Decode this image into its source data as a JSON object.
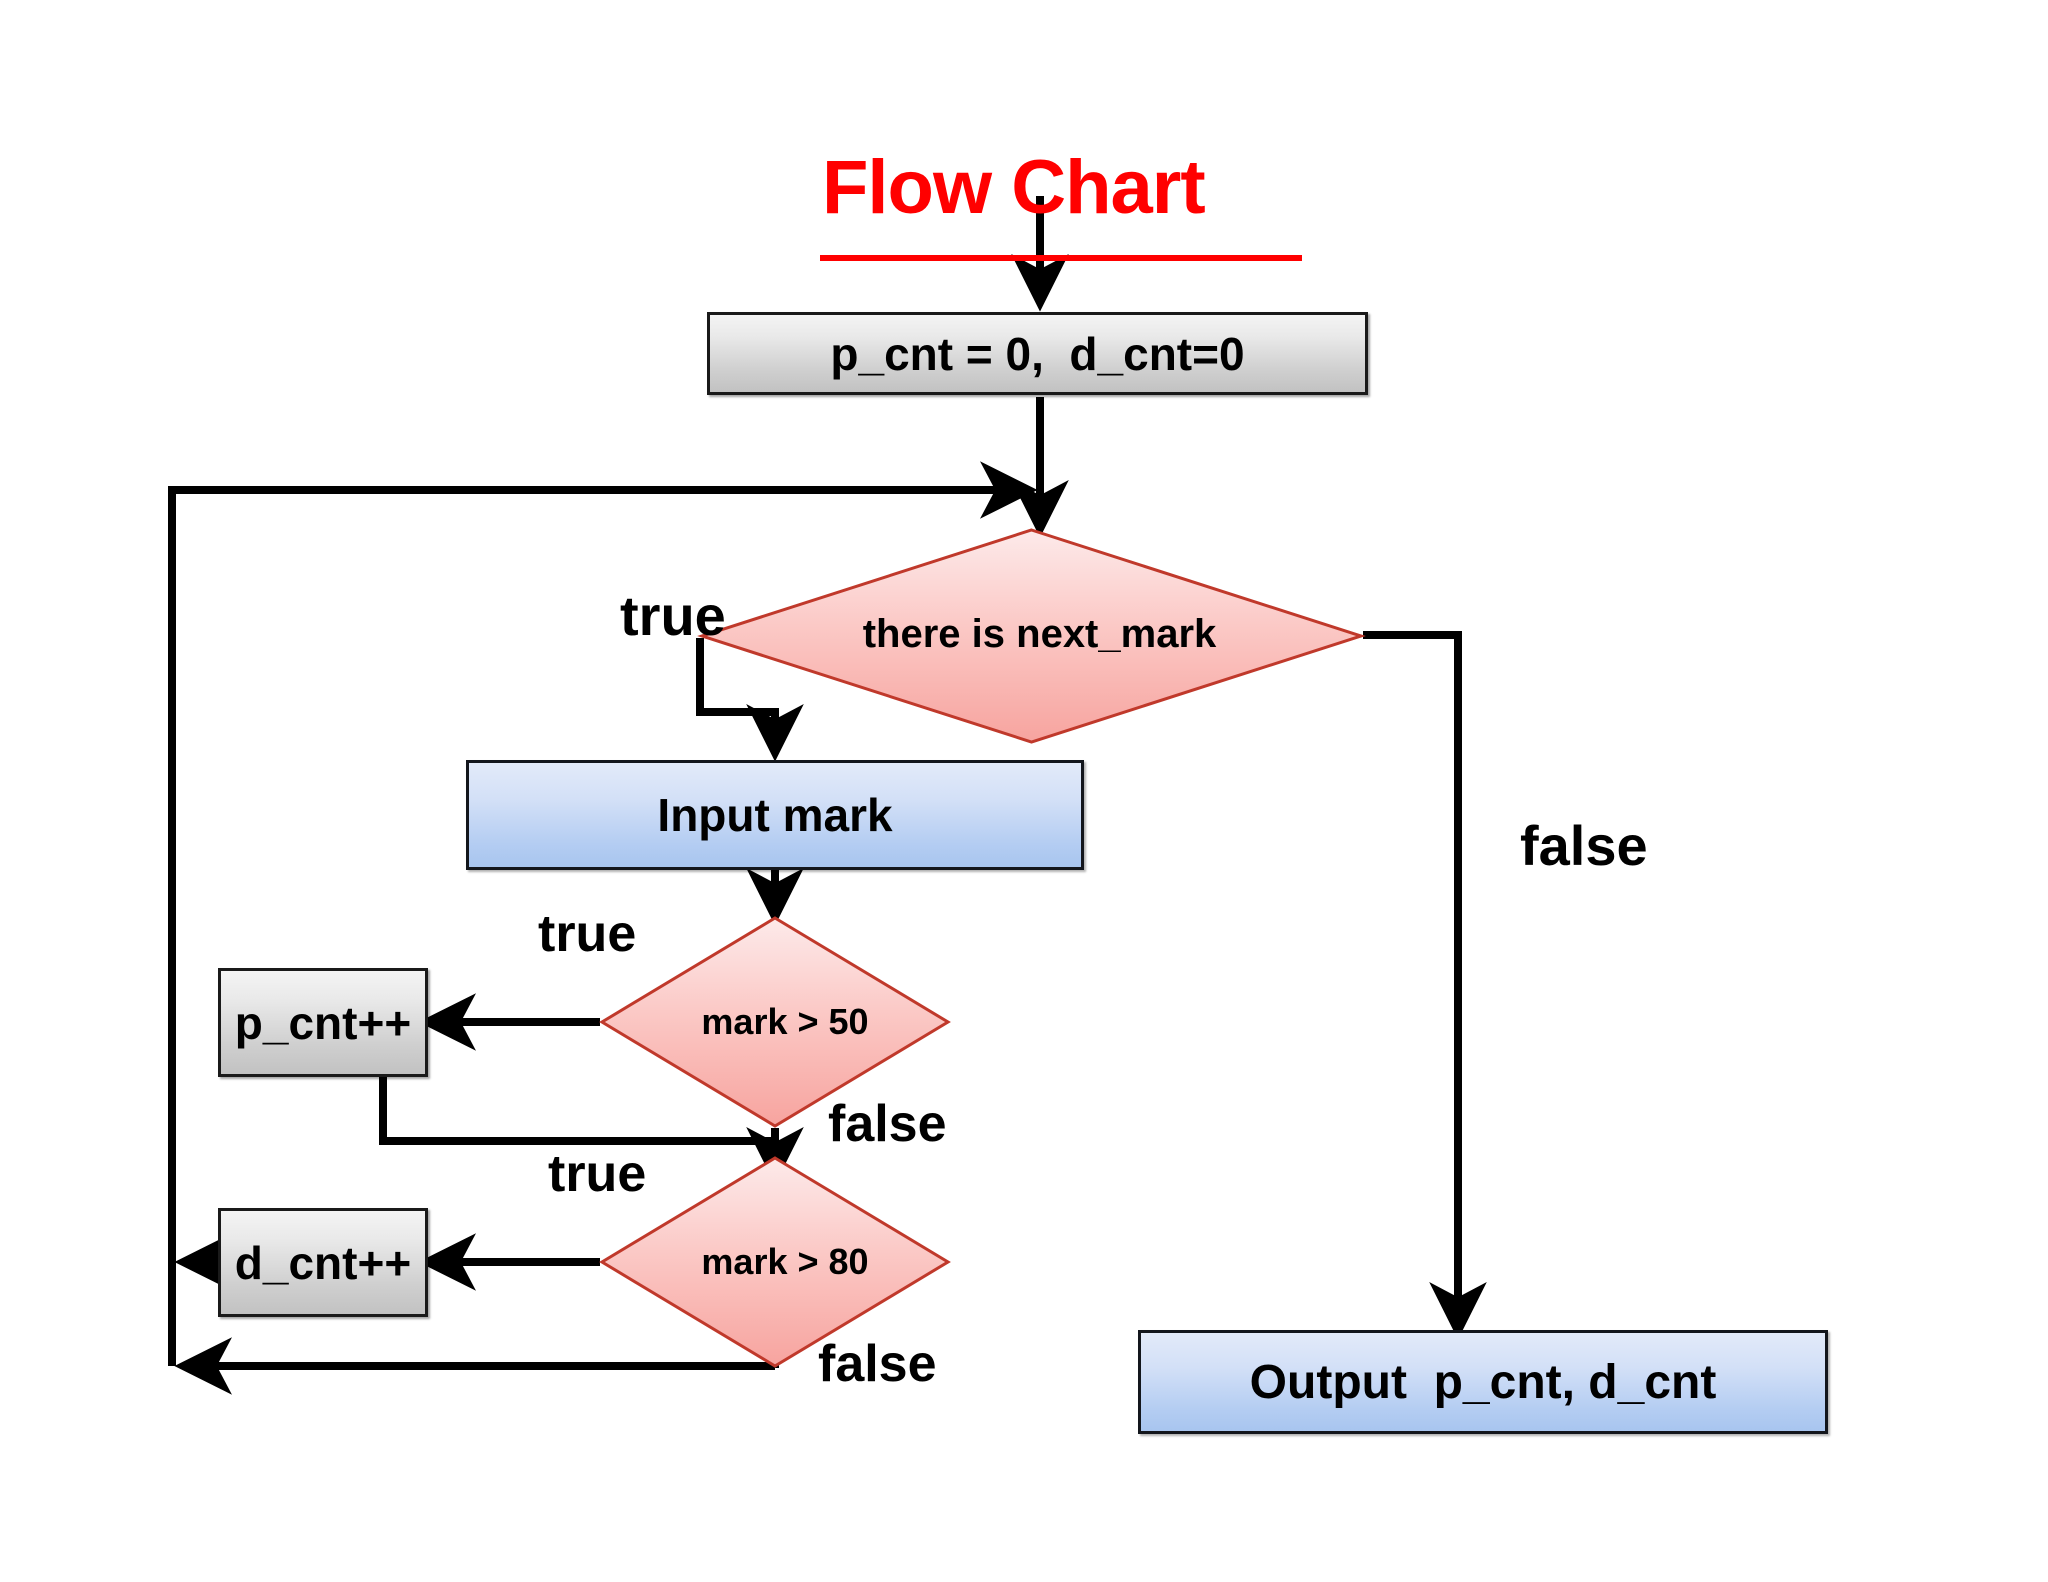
{
  "diagram": {
    "title": "Flow Chart",
    "title_color": "#FF0000",
    "background": "#FFFFFF"
  },
  "nodes": {
    "init": {
      "label": "p_cnt = 0,  d_cnt=0",
      "shape": "process",
      "fill": "#d6d6d6"
    },
    "has_next": {
      "label": "there is next_mark",
      "shape": "decision",
      "fill": "#f9b4b0"
    },
    "input_mark": {
      "label": "Input mark",
      "shape": "process",
      "fill": "#bcd2f2"
    },
    "mark_gt_50": {
      "label": "mark > 50",
      "shape": "decision",
      "fill": "#f9b4b0"
    },
    "p_cnt_inc": {
      "label": "p_cnt++",
      "shape": "process",
      "fill": "#d6d6d6"
    },
    "mark_gt_80": {
      "label": "mark > 80",
      "shape": "decision",
      "fill": "#f9b4b0"
    },
    "d_cnt_inc": {
      "label": "d_cnt++",
      "shape": "process",
      "fill": "#d6d6d6"
    },
    "output": {
      "label": "Output  p_cnt, d_cnt",
      "shape": "process",
      "fill": "#bcd2f2"
    }
  },
  "edge_labels": {
    "has_next_true": "true",
    "has_next_false": "false",
    "mark50_true": "true",
    "mark50_false": "false",
    "mark80_true": "true",
    "mark80_false": "false"
  },
  "chart_data": {
    "type": "flowchart",
    "title": "Flow Chart",
    "nodes": [
      {
        "id": "init",
        "type": "process",
        "text": "p_cnt = 0,  d_cnt=0"
      },
      {
        "id": "has_next",
        "type": "decision",
        "text": "there is next_mark"
      },
      {
        "id": "input_mark",
        "type": "process",
        "text": "Input mark"
      },
      {
        "id": "mark_gt_50",
        "type": "decision",
        "text": "mark > 50"
      },
      {
        "id": "p_cnt_inc",
        "type": "process",
        "text": "p_cnt++"
      },
      {
        "id": "mark_gt_80",
        "type": "decision",
        "text": "mark > 80"
      },
      {
        "id": "d_cnt_inc",
        "type": "process",
        "text": "d_cnt++"
      },
      {
        "id": "output",
        "type": "process",
        "text": "Output  p_cnt, d_cnt"
      }
    ],
    "edges": [
      {
        "from": "start",
        "to": "init",
        "label": ""
      },
      {
        "from": "init",
        "to": "has_next",
        "label": ""
      },
      {
        "from": "has_next",
        "to": "input_mark",
        "label": "true"
      },
      {
        "from": "has_next",
        "to": "output",
        "label": "false"
      },
      {
        "from": "input_mark",
        "to": "mark_gt_50",
        "label": ""
      },
      {
        "from": "mark_gt_50",
        "to": "p_cnt_inc",
        "label": "true"
      },
      {
        "from": "mark_gt_50",
        "to": "mark_gt_80",
        "label": "false"
      },
      {
        "from": "p_cnt_inc",
        "to": "mark_gt_80",
        "label": ""
      },
      {
        "from": "mark_gt_80",
        "to": "d_cnt_inc",
        "label": "true"
      },
      {
        "from": "mark_gt_80",
        "to": "has_next",
        "label": "false"
      },
      {
        "from": "d_cnt_inc",
        "to": "has_next",
        "label": ""
      }
    ]
  }
}
